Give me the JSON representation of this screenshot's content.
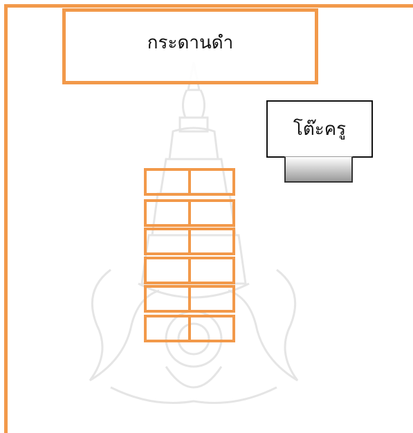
{
  "blackboard": {
    "label": "กระดานดำ"
  },
  "teacher_desk": {
    "label": "โต๊ะครู"
  },
  "student_desks": {
    "rows": [
      {
        "seats": 2
      },
      {
        "seats": 2
      },
      {
        "seats": 2
      },
      {
        "seats": 2
      },
      {
        "seats": 2
      },
      {
        "seats": 2
      }
    ]
  },
  "colors": {
    "frame": "#f2994a",
    "desk_outline": "#f2994a",
    "teacher_desk_border": "#111111",
    "chair_gradient_bottom": "#9a9a9a"
  },
  "icons": {
    "watermark": "university-emblem-watermark-icon"
  }
}
